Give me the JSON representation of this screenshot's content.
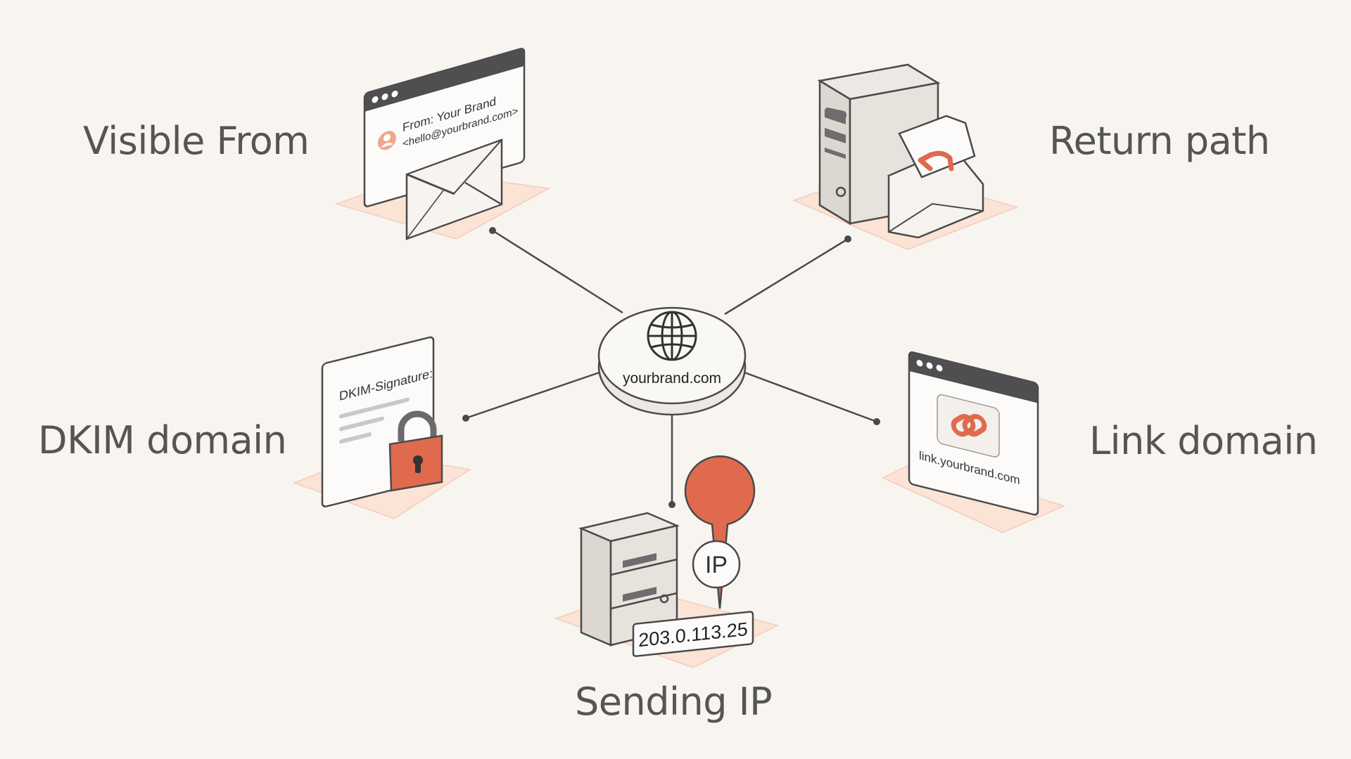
{
  "hub": {
    "label": "yourbrand.com"
  },
  "nodes": {
    "visible_from": {
      "label": "Visible From",
      "from_line": "From: Your Brand",
      "address": "<hello@yourbrand.com>"
    },
    "return_path": {
      "label": "Return path"
    },
    "dkim_domain": {
      "label": "DKIM domain",
      "signature": "DKIM-Signature:"
    },
    "link_domain": {
      "label": "Link domain",
      "url": "link.yourbrand.com"
    },
    "sending_ip": {
      "label": "Sending IP",
      "pin_text": "IP",
      "address": "203.0.113.25"
    }
  },
  "colors": {
    "accent": "#e06a4e",
    "pad": "#fbe3d6",
    "outline": "#4a4a4a",
    "background": "#f8f5f1"
  }
}
